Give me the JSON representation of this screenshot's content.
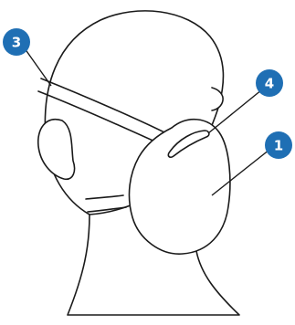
{
  "figure": {
    "subject": "head-with-respirator-mask",
    "badge_color": "#1f6fb4",
    "line_color": "#1a1a1a",
    "callouts": [
      {
        "number": "1"
      },
      {
        "number": "3"
      },
      {
        "number": "4"
      }
    ]
  }
}
